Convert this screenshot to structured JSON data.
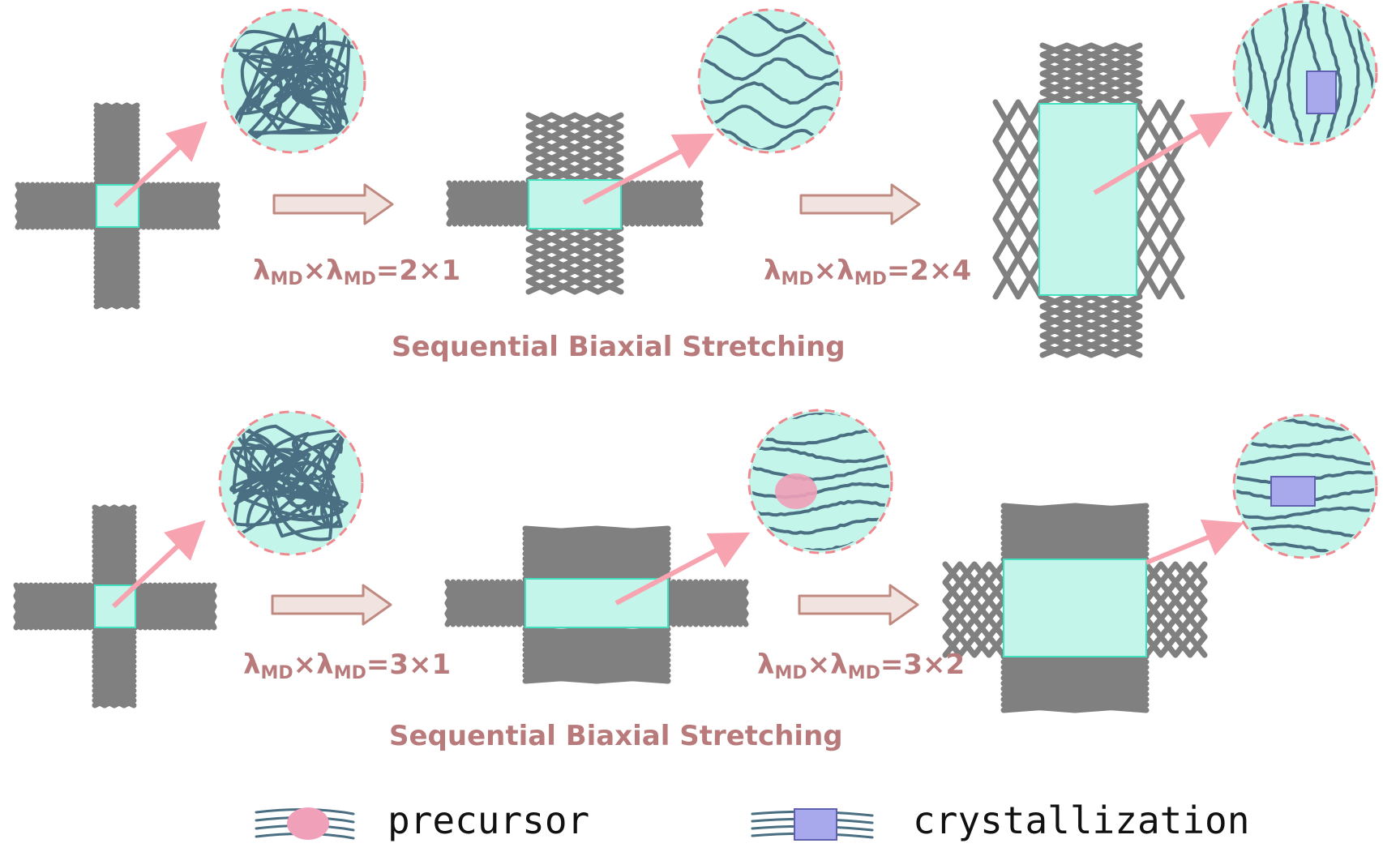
{
  "title": "Sequential Biaxial Stretching",
  "rows": [
    {
      "title": "Sequential Biaxial Stretching",
      "step1": {
        "symbol": "λ",
        "sub1": "MD",
        "times1": "×",
        "sub2": "MD",
        "value": "=2×1"
      },
      "step2": {
        "symbol": "λ",
        "sub1": "MD",
        "times1": "×",
        "sub2": "MD",
        "value": "=2×4"
      }
    },
    {
      "title": "Sequential Biaxial Stretching",
      "step1": {
        "symbol": "λ",
        "sub1": "MD",
        "times1": "×",
        "sub2": "MD",
        "value": "=3×1"
      },
      "step2": {
        "symbol": "λ",
        "sub1": "MD",
        "times1": "×",
        "sub2": "MD",
        "value": "=3×2"
      }
    }
  ],
  "legend": {
    "precursor": "precursor",
    "crystallization": "crystallization"
  },
  "colors": {
    "film": "#c4f5ea",
    "film_border": "#40e0c0",
    "clip": "#808080",
    "arrow_pink": "#f7a3b0",
    "arrow_block": "#f1e3e0",
    "arrow_block_border": "#c08a80",
    "chain": "#4a6e82",
    "circle_border": "#f08890",
    "precursor": "#f0a0b8",
    "crystal": "#a8a8ec",
    "label": "#b87a7a"
  }
}
